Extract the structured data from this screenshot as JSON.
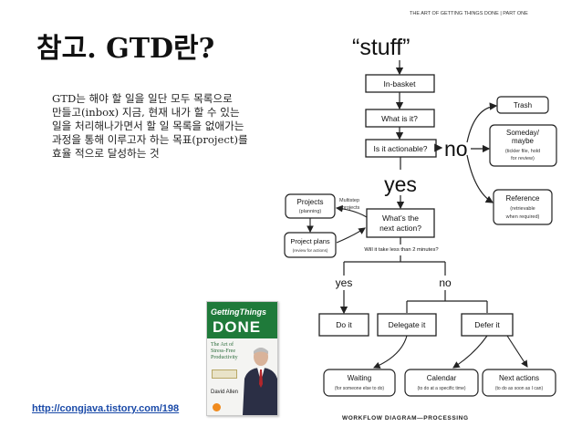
{
  "slide": {
    "title": "참고. GTD란?",
    "body": "GTD는 해야 할 일을 일단 모두 목록으로 만들고(inbox) 지금, 현재 내가 할 수 있는 일을 처리해나가면서 할 일 목록을 없애가는 과정을 통해 이루고자 하는 목표(project)를 효율 적으로 달성하는 것",
    "link": "http://congjava.tistory.com/198"
  },
  "book": {
    "title_top": "GettingThings",
    "title_main": "DONE",
    "subtitle": "The Art of Stress-Free Productivity",
    "author": "David Allen"
  },
  "diagram": {
    "header": "THE ART OF GETTING THINGS DONE  |  PART ONE",
    "stuff": "“stuff”",
    "in_basket": "In-basket",
    "what_is_it": "What is it?",
    "is_actionable": "Is it actionable?",
    "no_big": "no",
    "yes_big": "yes",
    "trash": "Trash",
    "someday_1": "Someday/",
    "someday_2": "maybe",
    "someday_3": "(tickler file, hold",
    "someday_4": "for review)",
    "reference_1": "Reference",
    "reference_2": "(retrievable",
    "reference_3": "when required)",
    "projects_1": "Projects",
    "projects_2": "(planning)",
    "multistep_1": "Multistep",
    "multistep_2": "projects",
    "project_plans_1": "Project plans",
    "project_plans_2": "(review for actions)",
    "next_action_1": "What’s the",
    "next_action_2": "next action?",
    "two_minutes": "Will it take less than 2 minutes?",
    "yes_small": "yes",
    "no_small": "no",
    "do_it": "Do it",
    "delegate_it": "Delegate it",
    "defer_it": "Defer it",
    "waiting_1": "Waiting",
    "waiting_2": "(for someone else to do)",
    "calendar_1": "Calendar",
    "calendar_2": "(to do at a specific time)",
    "next_actions_1": "Next actions",
    "next_actions_2": "(to do as soon as I can)",
    "footer": "WORKFLOW DIAGRAM—PROCESSING"
  }
}
